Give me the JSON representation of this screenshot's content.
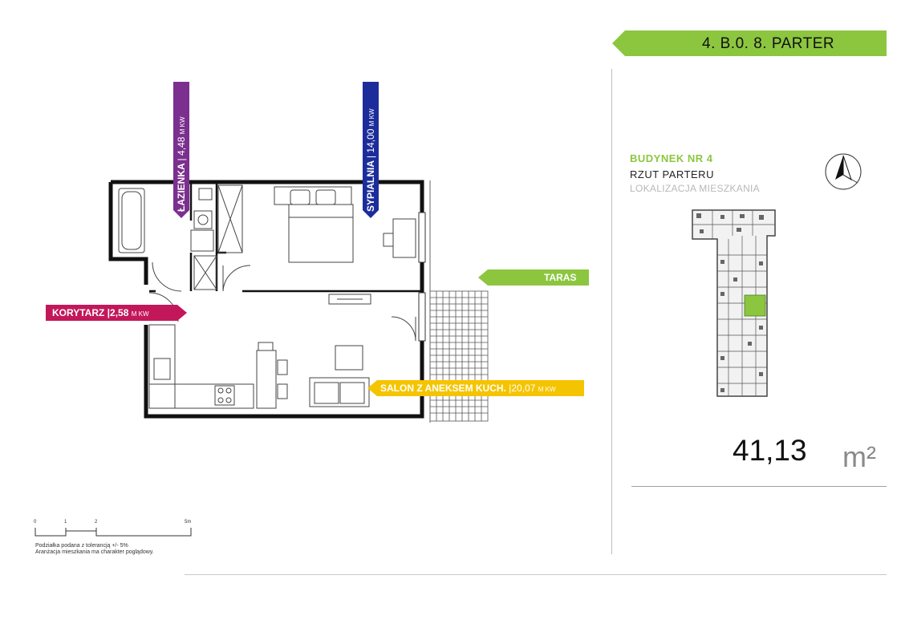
{
  "header": {
    "unit_code": "4. B.0.  8.  PARTER"
  },
  "info": {
    "building": "BUDYNEK NR 4",
    "floor": "RZUT PARTERU",
    "location": "LOKALIZACJA MIESZKANIA"
  },
  "area": {
    "value": "41,13",
    "unit": "m²"
  },
  "rooms": {
    "bathroom": {
      "name": "ŁAZIENKA",
      "sep": "|",
      "area": "4,48",
      "unit": "M KW"
    },
    "bedroom": {
      "name": "SYPIALNIA",
      "sep": "|",
      "area": "14,00",
      "unit": "M KW"
    },
    "corridor": {
      "name": "KORYTARZ",
      "sep": "|",
      "area": "2,58",
      "unit": "M KW"
    },
    "terrace": {
      "name": "TARAS"
    },
    "living": {
      "name": "SALON Z ANEKSEM KUCH.",
      "sep": "|",
      "area": "20,07",
      "unit": "M KW"
    }
  },
  "scale": {
    "ticks": [
      "0",
      "1",
      "2",
      "5m"
    ],
    "note_line1": "Podziałka podana z tolerancją +/- 5%",
    "note_line2": "Aranżacja mieszkania ma charakter poglądowy."
  },
  "colors": {
    "green": "#8cc63f",
    "purple": "#7b2f8e",
    "blue": "#1c2d9b",
    "magenta": "#c2185b",
    "yellow": "#f5c400"
  }
}
